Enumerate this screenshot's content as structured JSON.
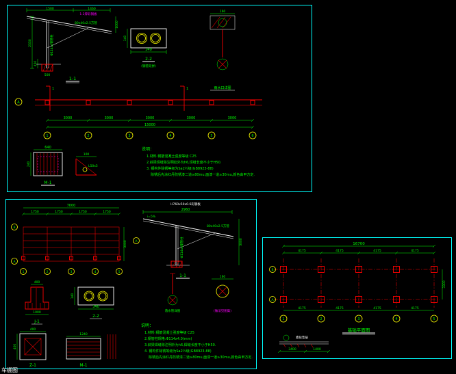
{
  "footer": {
    "label": "车棚图"
  },
  "colors": {
    "frame": "#00ffff",
    "primary_lines": "#ff0000",
    "dims": "#00ff00",
    "steel": "#ffff00",
    "leaders": "#ff00ff",
    "bg": "#000000"
  },
  "p1": {
    "sec": {
      "dim_a": "1500",
      "dim_b": "1460",
      "dim_right": "1000",
      "dim_h1": "2550",
      "dim_h2": "450",
      "base_dim": "500",
      "roof_label": "1.2厚彩钢板",
      "beam_label": "80x40x2.5方管",
      "col_label": "Φ114x4钢管柱",
      "title": "1-1"
    },
    "d22": {
      "dim_w": "340",
      "dim_h": "140",
      "title": "2-2",
      "sub": "(钢管双拼)"
    },
    "drain": {
      "dim": "160",
      "title": "雨水口详图"
    },
    "plan": {
      "bay": "3000",
      "total": "15000",
      "grids": [
        "1",
        "2",
        "3",
        "4",
        "5",
        "6"
      ],
      "ga": "A",
      "cut": "1"
    },
    "notes": {
      "title": "说明：",
      "lines": [
        "1.材料:钢筋混凝土强度等级 C25",
        "2.斜梁焊缝除注明处外为h6,焊缝长度不小于H50.",
        "3. 钢构件除锈等级为Sa2½级(GB8923-88)",
        "除锈后先涂红丹防锈漆二道≥80mu,面漆一道≥30mu,颜色由甲方定."
      ]
    },
    "m1": {
      "dim_w": "640",
      "dim_h": "240",
      "title": "M-1"
    },
    "ang": {
      "dim": "100",
      "label": "L50x5"
    }
  },
  "p2": {
    "plan": {
      "total": "7000",
      "bay": "1750",
      "grids": [
        "1",
        "2",
        "3",
        "4",
        "5"
      ],
      "ga": "A",
      "gb": "B",
      "dim_side": "3000"
    },
    "sec": {
      "roof_label": "H760x50x0.6彩钢板",
      "dim_top": "2960",
      "slope": "i=5%",
      "beam_label": "80x40x2.5方管",
      "col_label": "Φ114x4钢管柱",
      "dim_right": "3000",
      "bubble": "A",
      "title": "1-1"
    },
    "j1": {
      "dim_top": "400",
      "dim_bot": "1000",
      "title": "J-1"
    },
    "d22": {
      "dim_w": "340",
      "dim_h": "140",
      "title": "2-2"
    },
    "drain": {
      "title": "落水管详图"
    },
    "ref": {
      "dim": "160",
      "note": "(做法见图集)"
    },
    "notes": {
      "title": "说明：",
      "lines": [
        "1.材料:钢筋混凝土强度等级 C25",
        "2.钢管柱规格:Φ114x4.0(mm)",
        "3.斜梁焊缝除注明外为h6,焊缝长度不小于H50.",
        "4. 钢构件除锈等级为Sa2½级(GB8923-88)",
        "除锈后先涂红丹防锈漆二道≥80mu,面漆一道≥30mu,颜色由甲方定."
      ]
    },
    "z1": {
      "dim_w": "400",
      "dim_h": "400",
      "title": "Z-1"
    },
    "m1": {
      "dim_w": "1240",
      "title": "M-1"
    }
  },
  "p3": {
    "total": "16700",
    "bay": "4175",
    "dim_right": "3300",
    "grids": [
      "1",
      "2",
      "3",
      "4",
      "5"
    ],
    "ga": "A",
    "gb": "B",
    "title": "基础平面图",
    "det": {
      "label": "素砼垫层",
      "dim1": "3400",
      "dim2": "1400"
    }
  }
}
